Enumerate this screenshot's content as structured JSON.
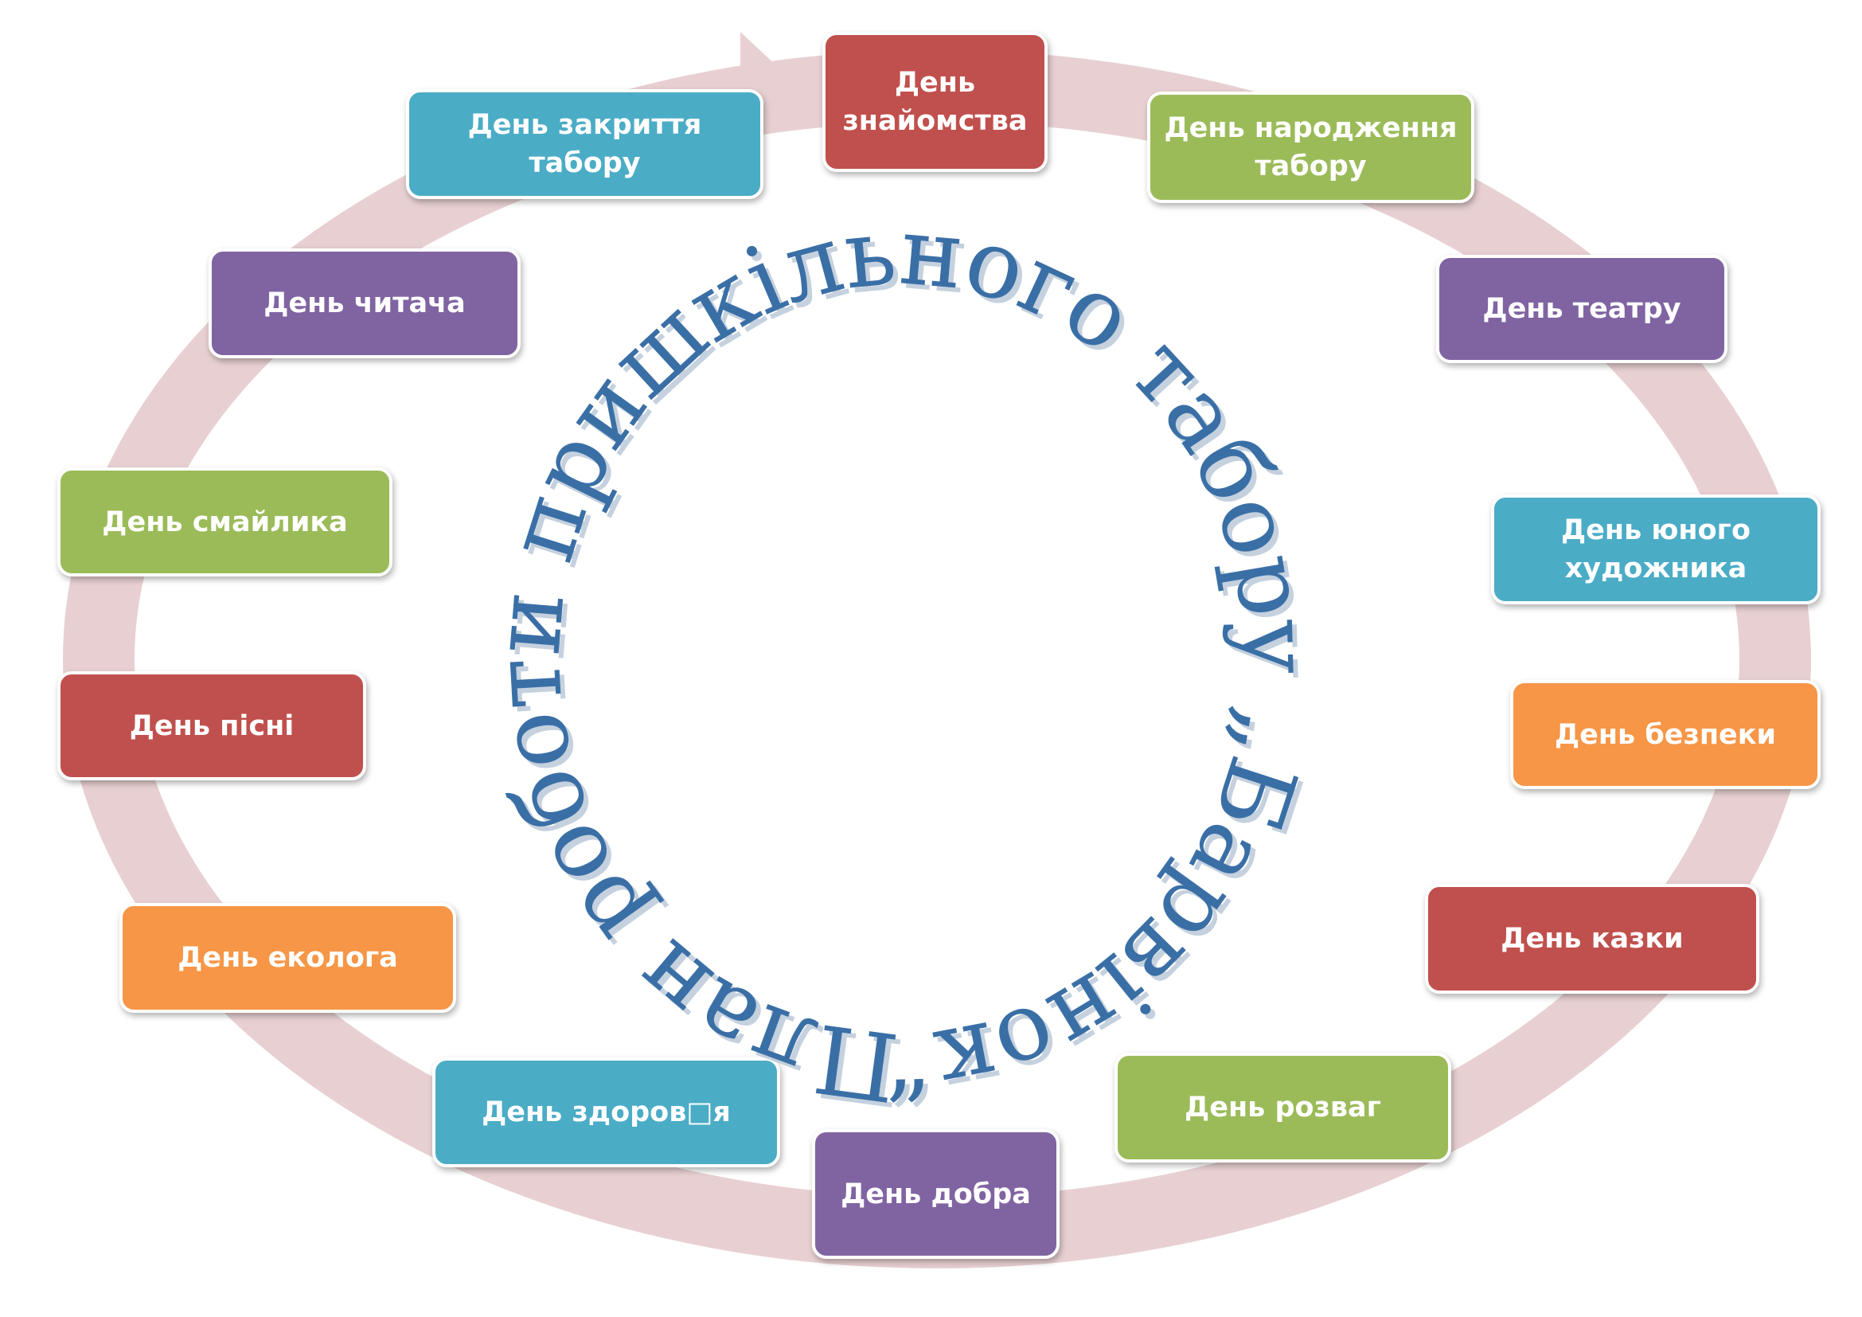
{
  "title": "План роботи пришкільного табору „Барвінок“",
  "colors": {
    "red": "#c0504d",
    "green": "#9bbb59",
    "purple": "#8064a2",
    "teal": "#4bacc6",
    "orange": "#f79646",
    "ring": "#e8d0d2",
    "title": "#3a6fa6"
  },
  "days": [
    {
      "label": "День\nзнайомства",
      "color": "red"
    },
    {
      "label": "День народження\nтабору",
      "color": "green"
    },
    {
      "label": "День  театру",
      "color": "purple"
    },
    {
      "label": "День юного\nхудожника",
      "color": "teal"
    },
    {
      "label": "День безпеки",
      "color": "orange"
    },
    {
      "label": "День  казки",
      "color": "red"
    },
    {
      "label": "День  розваг",
      "color": "green"
    },
    {
      "label": "День  добра",
      "color": "purple"
    },
    {
      "label": "День здоров□я",
      "color": "teal"
    },
    {
      "label": "День еколога",
      "color": "orange"
    },
    {
      "label": "День пісні",
      "color": "red"
    },
    {
      "label": "День  смайлика",
      "color": "green"
    },
    {
      "label": "День  читача",
      "color": "purple"
    },
    {
      "label": "День закриття\nтабору",
      "color": "teal"
    }
  ]
}
